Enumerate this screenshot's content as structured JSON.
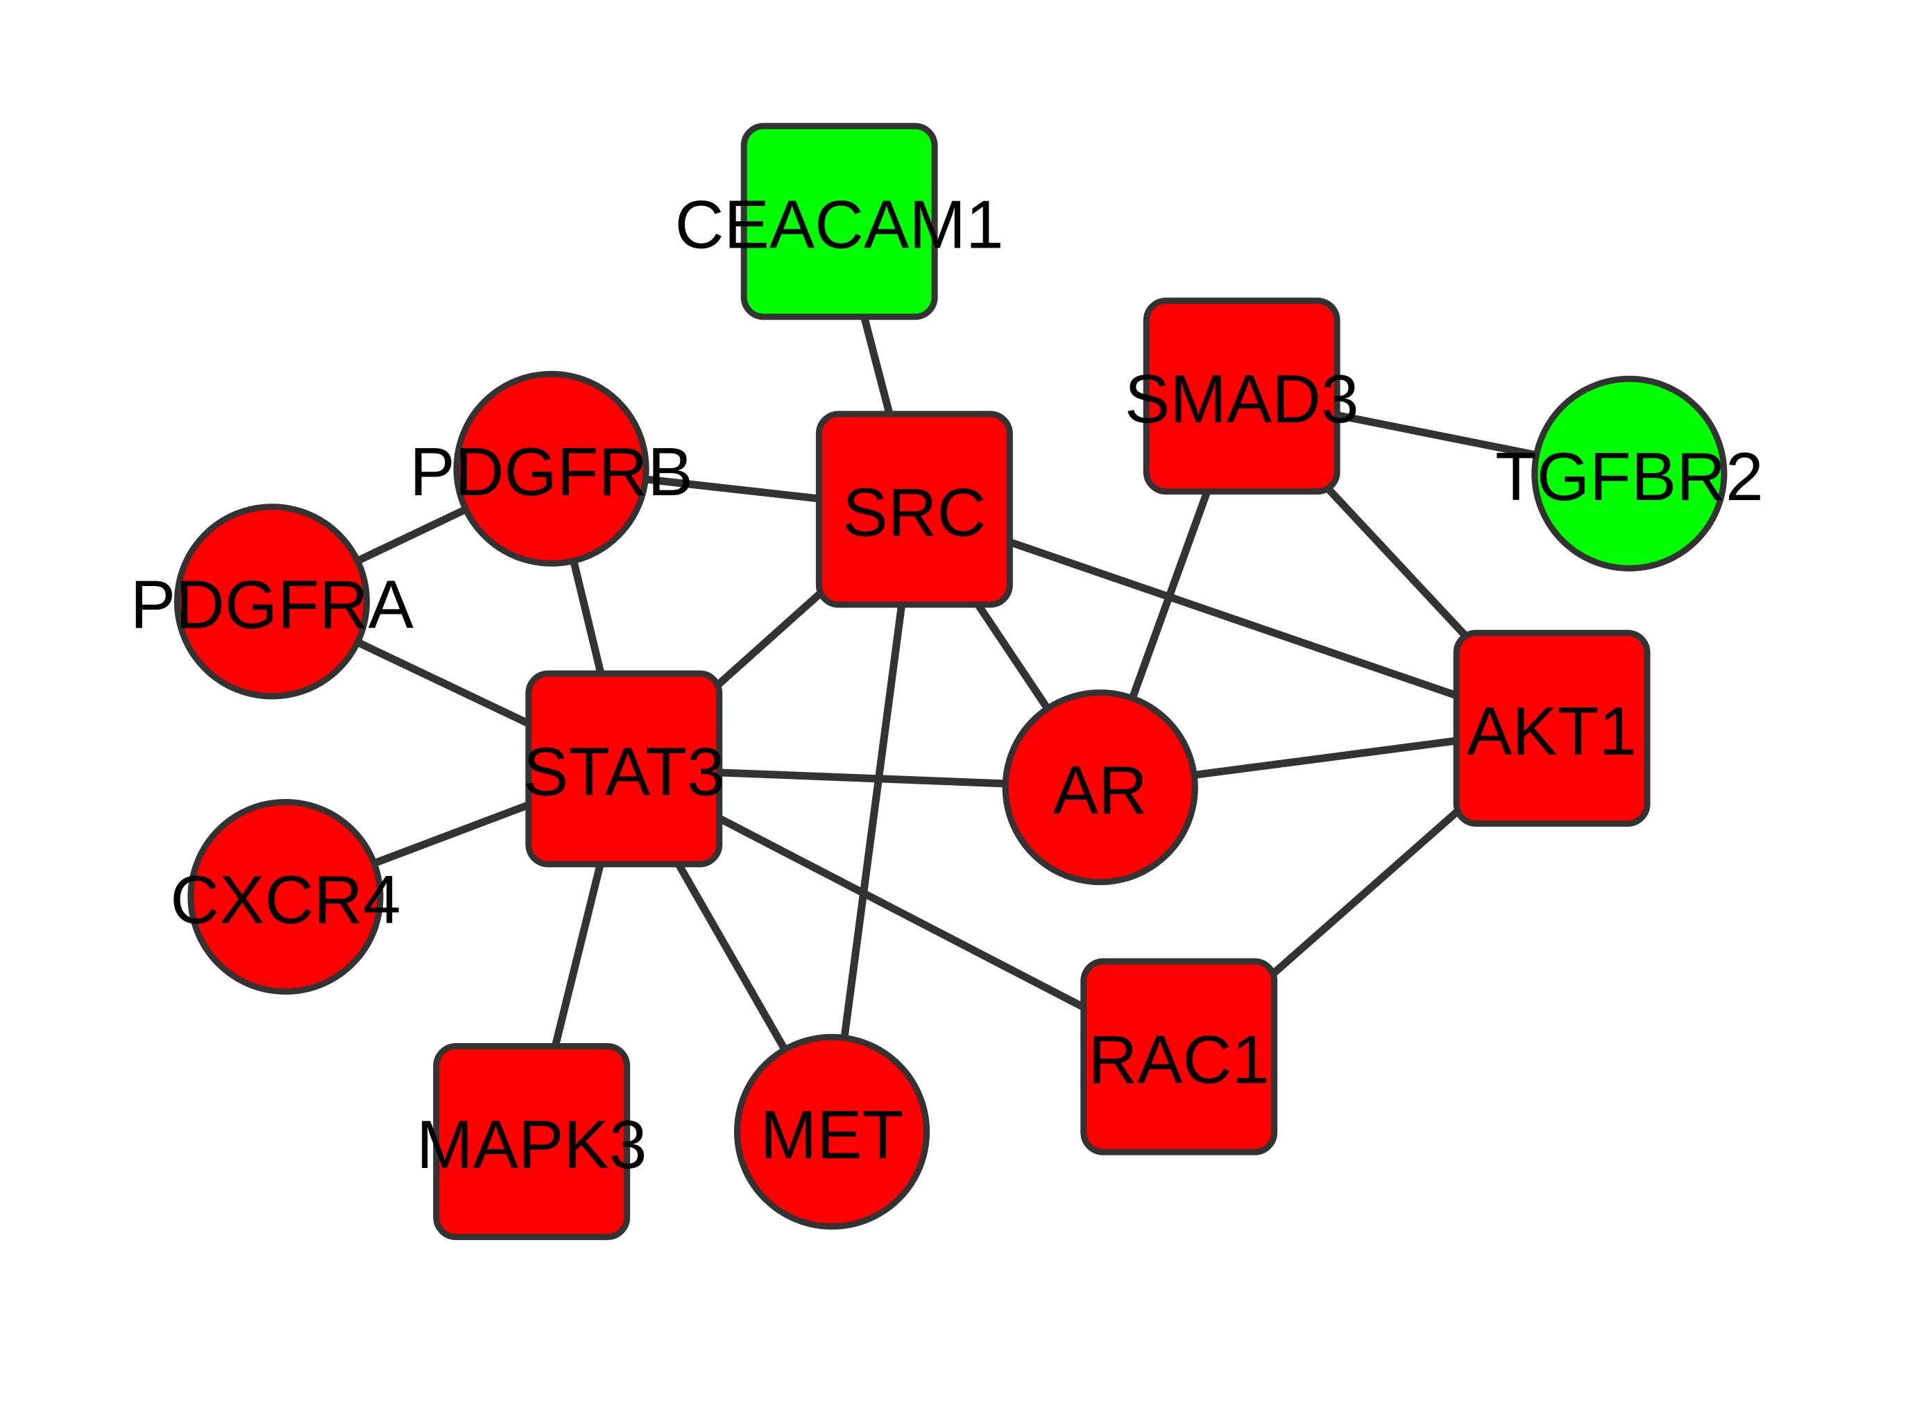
{
  "colors": {
    "upregulated": "#ff0000",
    "downregulated": "#00ff00",
    "edge": "#333333",
    "border": "#333333",
    "label": "#000000"
  },
  "nodes": [
    {
      "id": "CEACAM1",
      "label": "CEACAM1",
      "shape": "square",
      "color": "downregulated"
    },
    {
      "id": "SMAD3",
      "label": "SMAD3",
      "shape": "square",
      "color": "upregulated"
    },
    {
      "id": "TGFBR2",
      "label": "TGFBR2",
      "shape": "circle",
      "color": "downregulated"
    },
    {
      "id": "PDGFRB",
      "label": "PDGFRB",
      "shape": "circle",
      "color": "upregulated"
    },
    {
      "id": "SRC",
      "label": "SRC",
      "shape": "square",
      "color": "upregulated"
    },
    {
      "id": "PDGFRA",
      "label": "PDGFRA",
      "shape": "circle",
      "color": "upregulated"
    },
    {
      "id": "STAT3",
      "label": "STAT3",
      "shape": "square",
      "color": "upregulated"
    },
    {
      "id": "AR",
      "label": "AR",
      "shape": "circle",
      "color": "upregulated"
    },
    {
      "id": "AKT1",
      "label": "AKT1",
      "shape": "square",
      "color": "upregulated"
    },
    {
      "id": "CXCR4",
      "label": "CXCR4",
      "shape": "circle",
      "color": "upregulated"
    },
    {
      "id": "RAC1",
      "label": "RAC1",
      "shape": "square",
      "color": "upregulated"
    },
    {
      "id": "MAPK3",
      "label": "MAPK3",
      "shape": "square",
      "color": "upregulated"
    },
    {
      "id": "MET",
      "label": "MET",
      "shape": "circle",
      "color": "upregulated"
    }
  ],
  "edges": [
    [
      "CEACAM1",
      "SRC"
    ],
    [
      "SMAD3",
      "TGFBR2"
    ],
    [
      "SMAD3",
      "AR"
    ],
    [
      "SMAD3",
      "AKT1"
    ],
    [
      "PDGFRB",
      "SRC"
    ],
    [
      "PDGFRB",
      "PDGFRA"
    ],
    [
      "PDGFRB",
      "STAT3"
    ],
    [
      "PDGFRA",
      "STAT3"
    ],
    [
      "SRC",
      "STAT3"
    ],
    [
      "SRC",
      "AR"
    ],
    [
      "SRC",
      "AKT1"
    ],
    [
      "SRC",
      "MET"
    ],
    [
      "STAT3",
      "AR"
    ],
    [
      "STAT3",
      "CXCR4"
    ],
    [
      "STAT3",
      "MAPK3"
    ],
    [
      "STAT3",
      "MET"
    ],
    [
      "STAT3",
      "RAC1"
    ],
    [
      "AR",
      "AKT1"
    ],
    [
      "AKT1",
      "RAC1"
    ]
  ]
}
